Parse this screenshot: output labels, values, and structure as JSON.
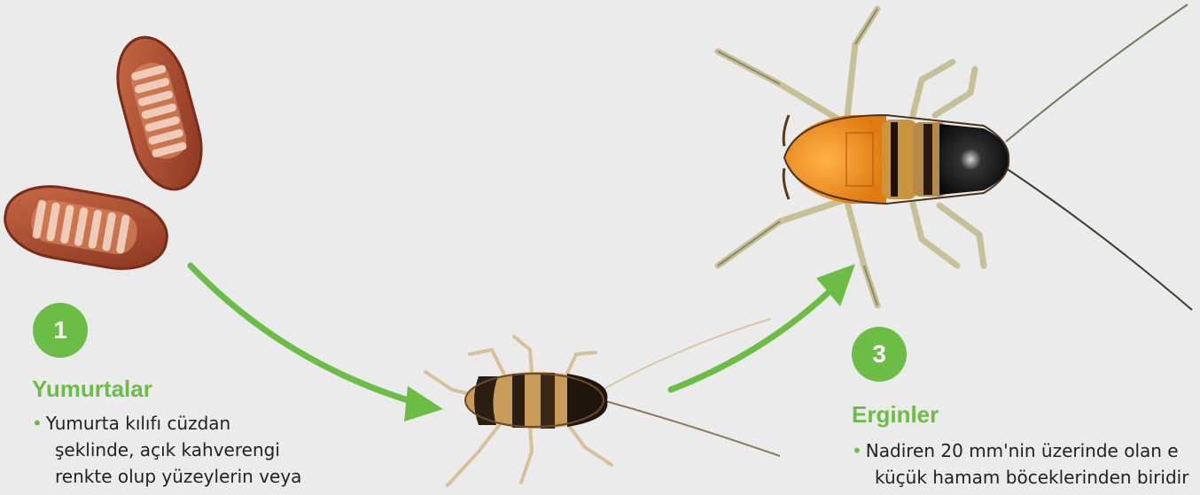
{
  "stages": [
    {
      "number": "1",
      "title": "Yumurtalar",
      "lines": [
        "Yumurta kılıfı cüzdan",
        "şeklinde, açık kahverengi",
        "renkte olup yüzeylerin veya"
      ]
    },
    {
      "number": "3",
      "title": "Erginler",
      "lines": [
        "Nadiren 20 mm'nin üzerinde olan e",
        "küçük hamam böceklerinden biridir"
      ]
    }
  ],
  "colors": {
    "accent": "#6cbd45",
    "background": "#ebebeb",
    "egg_case": "#a9492a"
  }
}
